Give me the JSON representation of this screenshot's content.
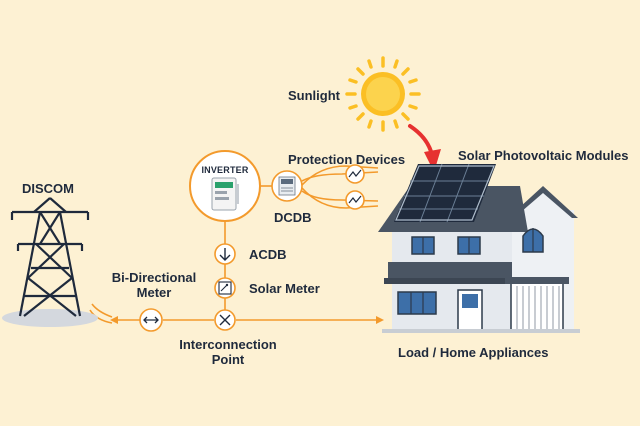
{
  "labels": {
    "sunlight": "Sunlight",
    "protection_devices": "Protection Devices",
    "solar_pv_modules": "Solar Photovoltaic Modules",
    "inverter": "INVERTER",
    "dcdb": "DCDB",
    "discom": "DISCOM",
    "acdb": "ACDB",
    "solar_meter": "Solar Meter",
    "bidirectional_meter_line1": "Bi-Directional",
    "bidirectional_meter_line2": "Meter",
    "interconnection_point_line1": "Interconnection",
    "interconnection_point_line2": "Point",
    "load": "Load / Home Appliances"
  },
  "colors": {
    "background": "#fdf1d3",
    "connection_line": "#f39a2c",
    "sun": "#fbbf24",
    "label_text": "#1f2a3c",
    "pointer_arrow": "#e63130"
  }
}
